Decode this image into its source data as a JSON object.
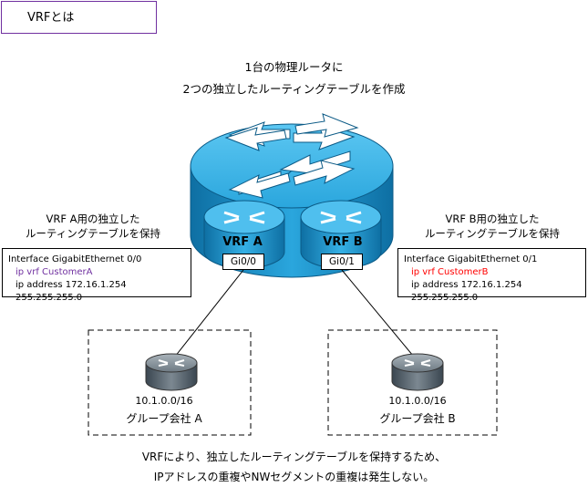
{
  "title": "VRFとは",
  "headline": {
    "line1": "1台の物理ルータに",
    "line2": "2つの独立したルーティングテーブルを作成"
  },
  "vrf_a": {
    "desc_line1": "VRF A用の独立した",
    "desc_line2": "ルーティングテーブルを保持",
    "label": "VRF A",
    "interface": "Gi0/0",
    "config": {
      "line1": "Interface GigabitEthernet 0/0",
      "line2": "ip vrf CustomerA",
      "line3": "ip address 172.16.1.254 255.255.255.0"
    },
    "network": "10.1.0.0/16",
    "group": "グループ会社 A",
    "vrf_color": "#7030a0"
  },
  "vrf_b": {
    "desc_line1": "VRF B用の独立した",
    "desc_line2": "ルーティングテーブルを保持",
    "label": "VRF B",
    "interface": "Gi0/1",
    "config": {
      "line1": "Interface GigabitEthernet 0/1",
      "line2": "ip vrf CustomerB",
      "line3": "ip address 172.16.1.254 255.255.255.0"
    },
    "network": "10.1.0.0/16",
    "group": "グループ会社 B",
    "vrf_color": "#ff0000"
  },
  "footer": {
    "line1": "VRFにより、独立したルーティングテーブルを保持するため、",
    "line2": "IPアドレスの重複やNWセグメントの重複は発生しない。"
  },
  "colors": {
    "router_light": "#29a9e0",
    "router_dark": "#1580b5",
    "router_top": "#40b8ea"
  }
}
